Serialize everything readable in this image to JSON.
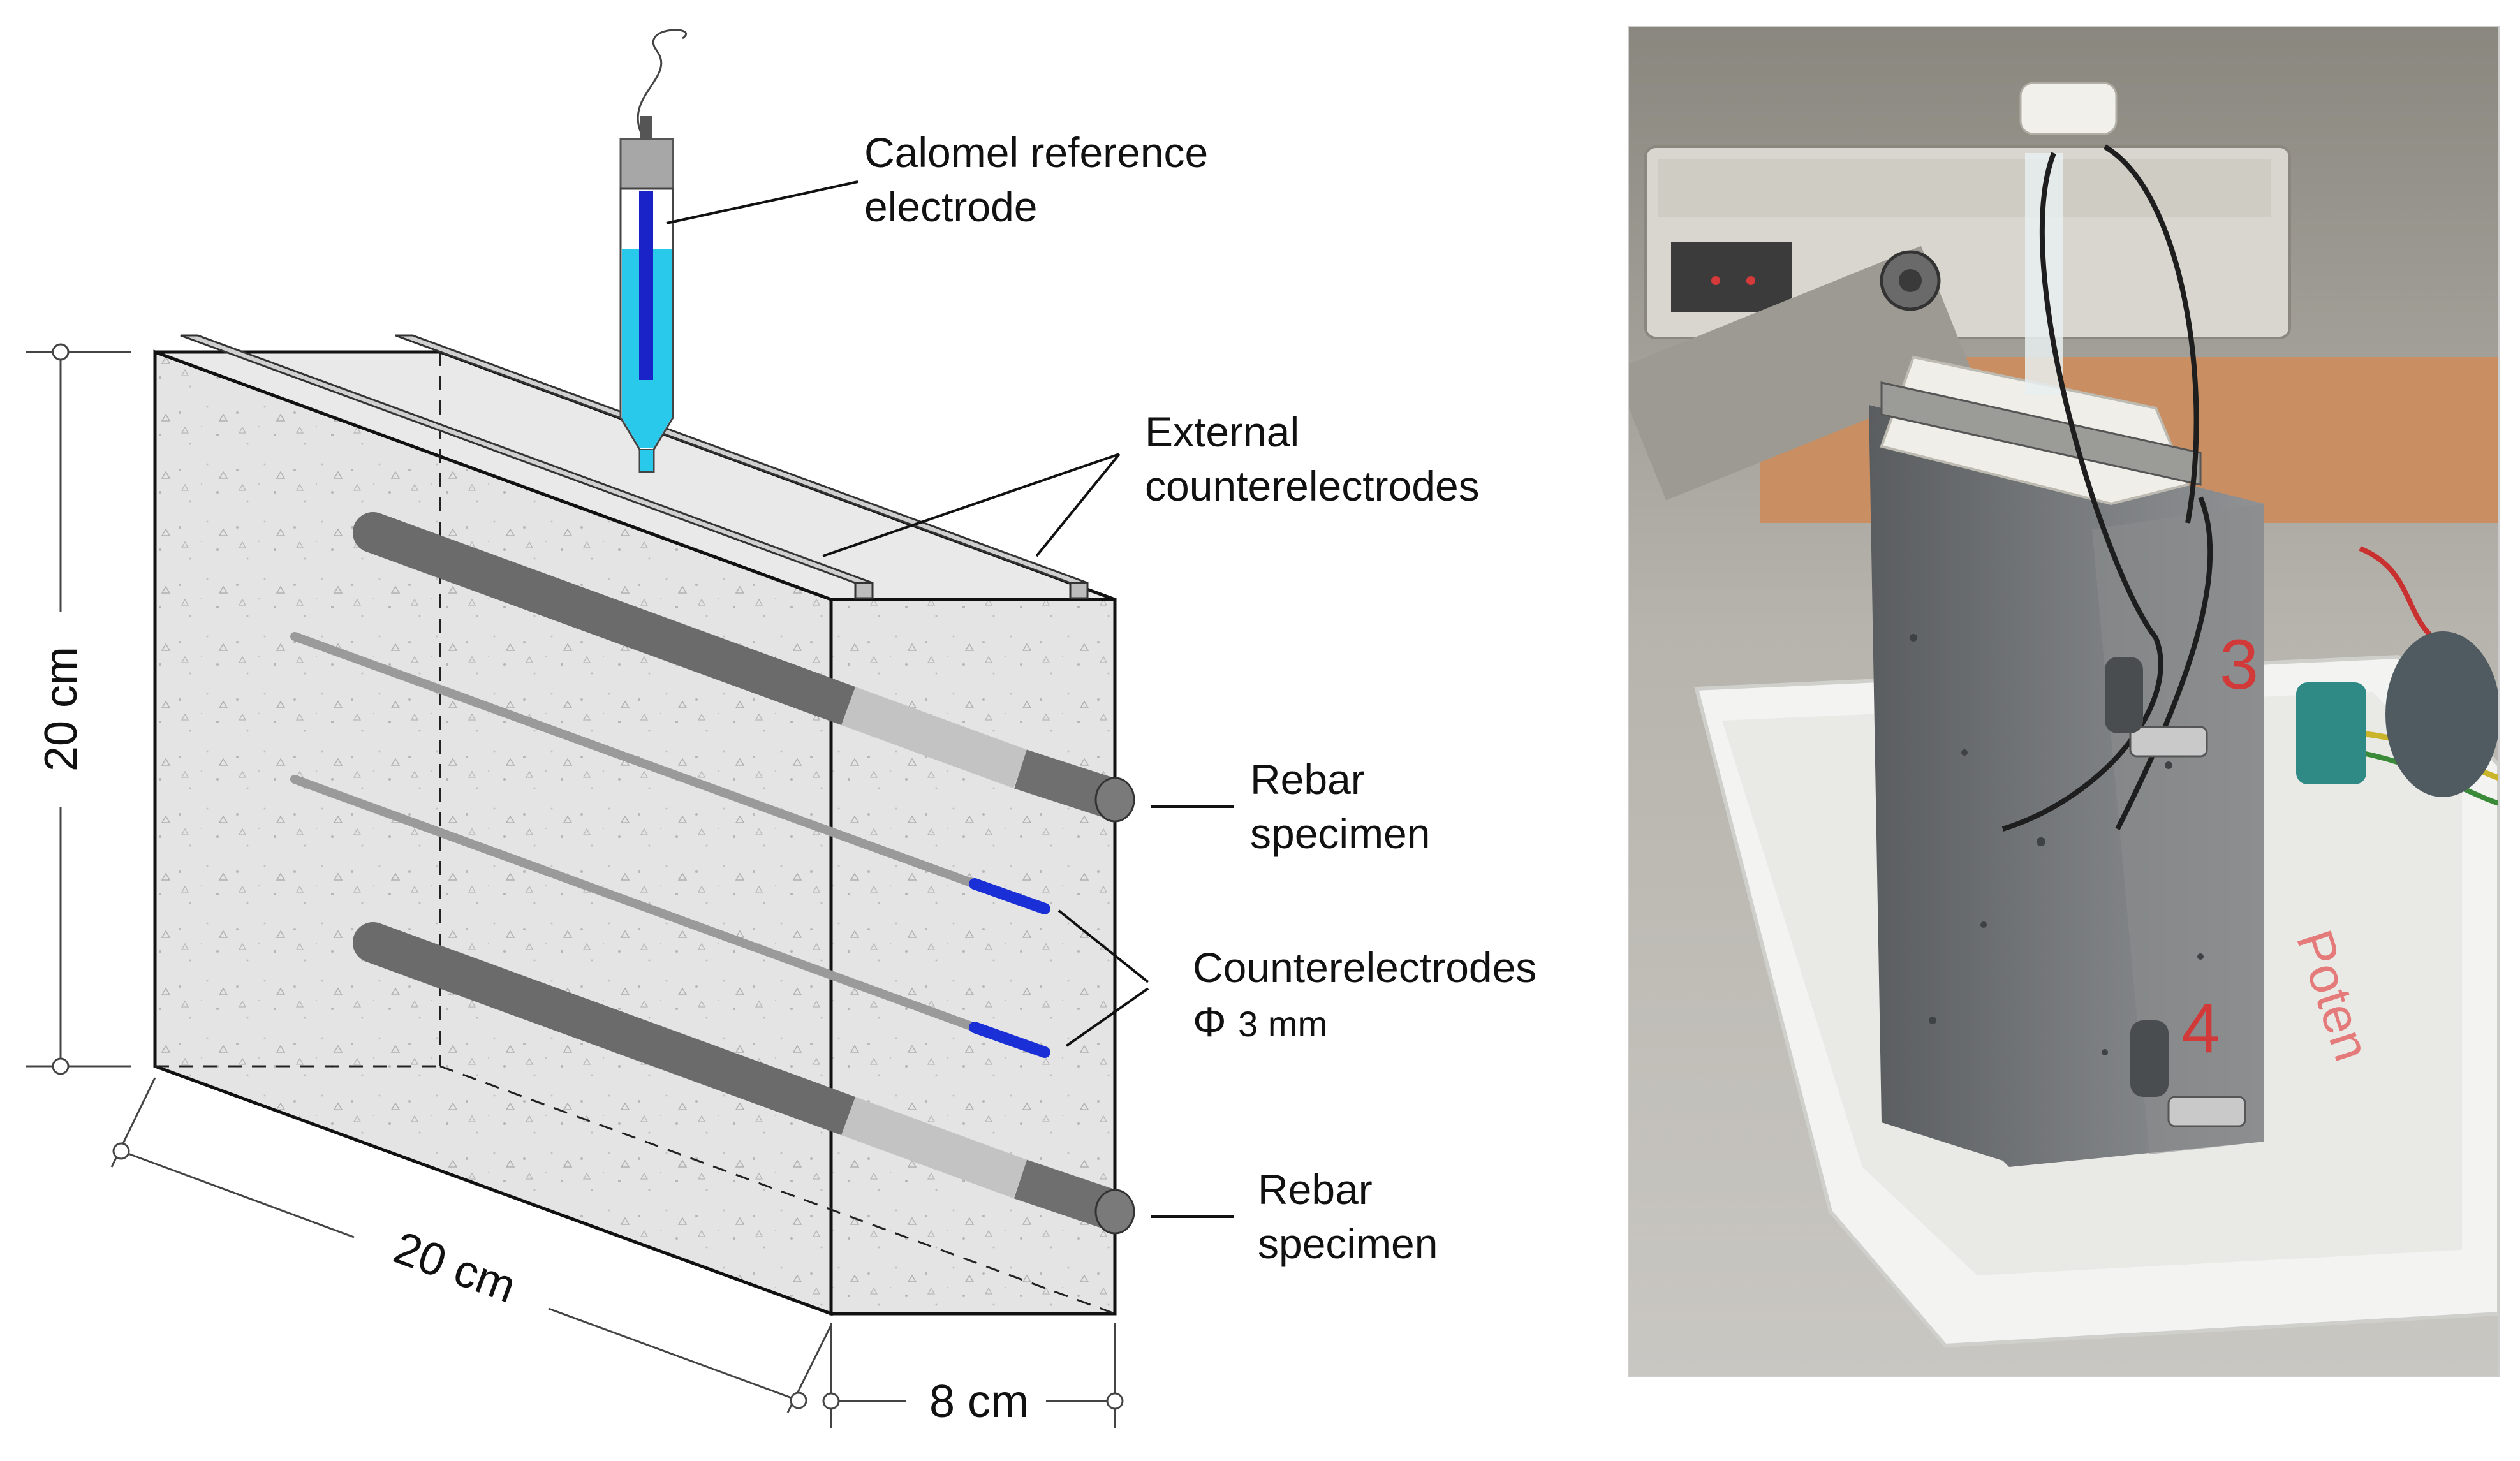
{
  "diagram": {
    "labels": {
      "reference_electrode": [
        "Calomel reference",
        "electrode"
      ],
      "external_counterelectrodes": [
        "External",
        "counterelectrodes"
      ],
      "rebar_top": [
        "Rebar",
        "specimen"
      ],
      "rebar_bottom": [
        "Rebar",
        "specimen"
      ],
      "counterelectrodes": [
        "Counterelectrodes"
      ],
      "phi_symbol": "Φ",
      "phi_value": "3 mm"
    },
    "dimensions": {
      "height": "20 cm",
      "width": "20 cm",
      "depth": "8 cm"
    },
    "colors": {
      "concrete_face": "#e3e3e3",
      "concrete_side": "#dcdcdc",
      "rebar_dark": "#6d6d6d",
      "rebar_light": "#c3c3c3",
      "counterelectrode_tip": "#1a2fd6",
      "electrolyte": "#29c9ec",
      "electrode_inner": "#1a23c8",
      "outline": "#111111"
    }
  },
  "photo": {
    "markings": [
      "3",
      "4"
    ],
    "container_text": "Poten",
    "colors": {
      "background": "#c9c6c0",
      "concrete": "#6b6e70",
      "tray": "#f2f2f0",
      "marker": "#d23a3a",
      "cap": "#f0eee8"
    }
  }
}
